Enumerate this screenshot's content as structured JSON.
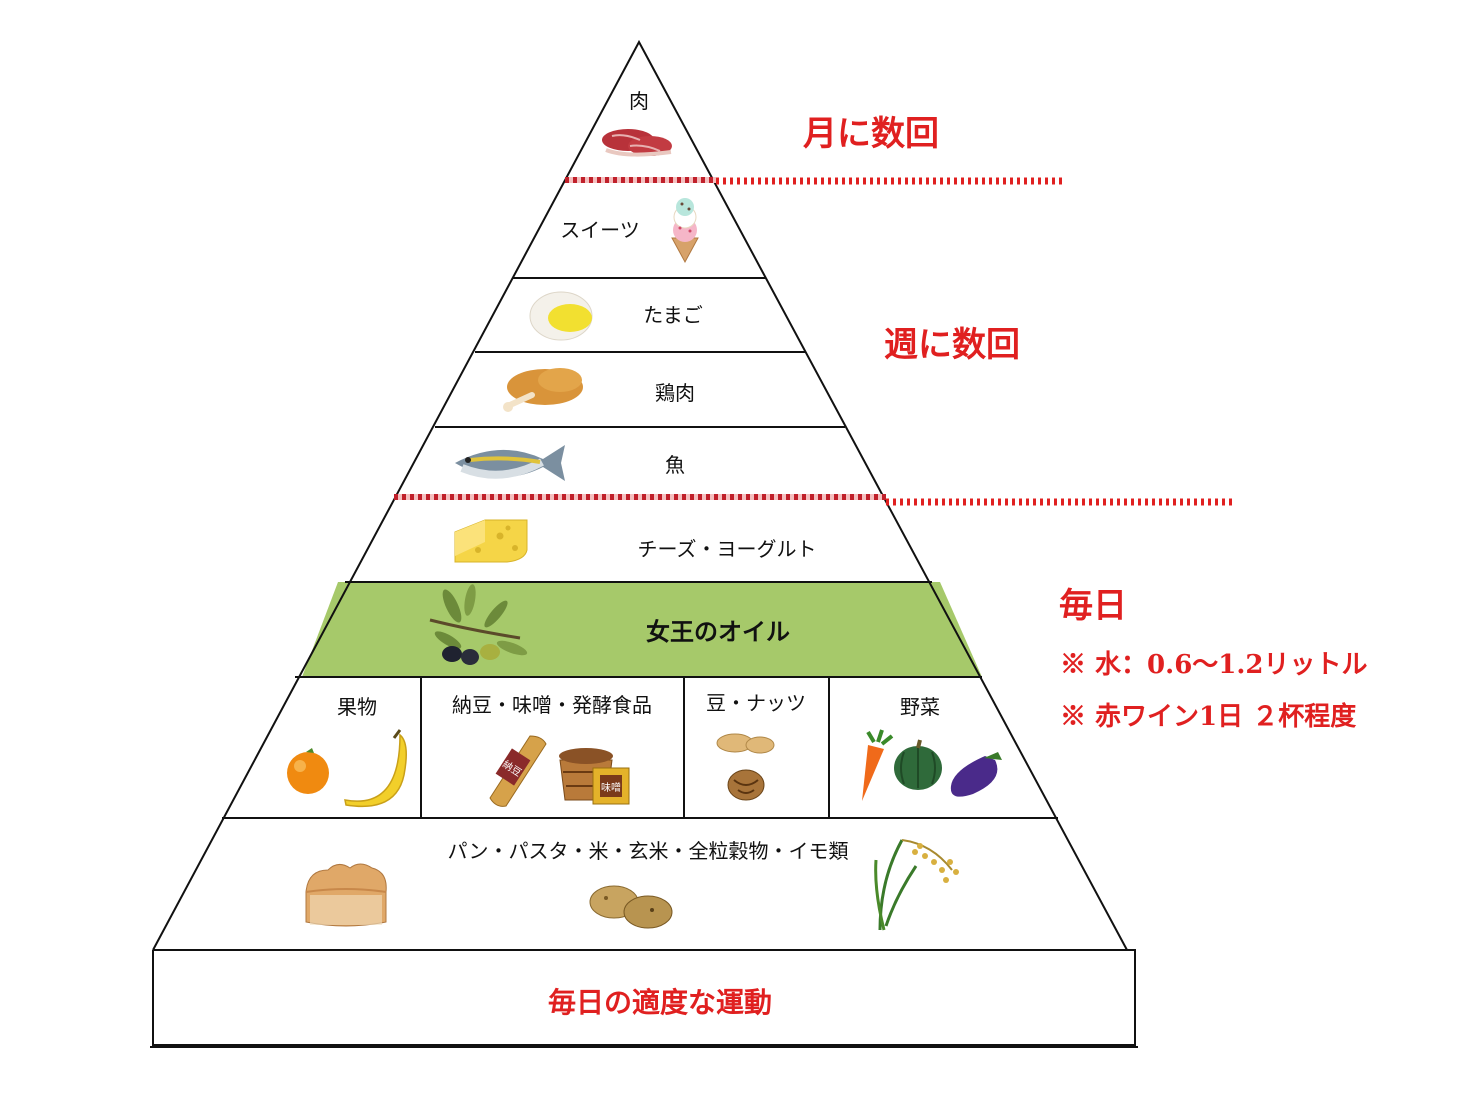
{
  "pyramid": {
    "tiers": {
      "meat": "肉",
      "sweets": "スイーツ",
      "eggs": "たまご",
      "chicken": "鶏肉",
      "fish": "魚",
      "dairy": "チーズ・ヨーグルト",
      "oil": "女王のオイル",
      "fruit": "果物",
      "fermented": "納豆・味噌・発酵食品",
      "beans_nuts": "豆・ナッツ",
      "vegetables": "野菜",
      "grains": "パン・パスタ・米・玄米・全粒穀物・イモ類"
    },
    "base": "毎日の適度な運動"
  },
  "frequency": {
    "monthly": "月に数回",
    "weekly": "週に数回",
    "daily": "毎日"
  },
  "notes": [
    "※ 水：0.6～1.2リットル",
    "※ 赤ワイン1日 ２杯程度"
  ],
  "miso_label": "味噌",
  "natto_label": "納豆",
  "colors": {
    "accent_red": "#e02020",
    "oil_band": "#a6c96a",
    "outline": "#111111"
  },
  "icons": [
    "meat-icon",
    "ice-cream-icon",
    "egg-icon",
    "fried-chicken-icon",
    "fish-icon",
    "cheese-icon",
    "olive-branch-icon",
    "orange-icon",
    "banana-icon",
    "natto-icon",
    "miso-icon",
    "peanut-icon",
    "walnut-icon",
    "carrot-icon",
    "pumpkin-icon",
    "eggplant-icon",
    "bread-icon",
    "potato-icon",
    "rice-plant-icon"
  ]
}
